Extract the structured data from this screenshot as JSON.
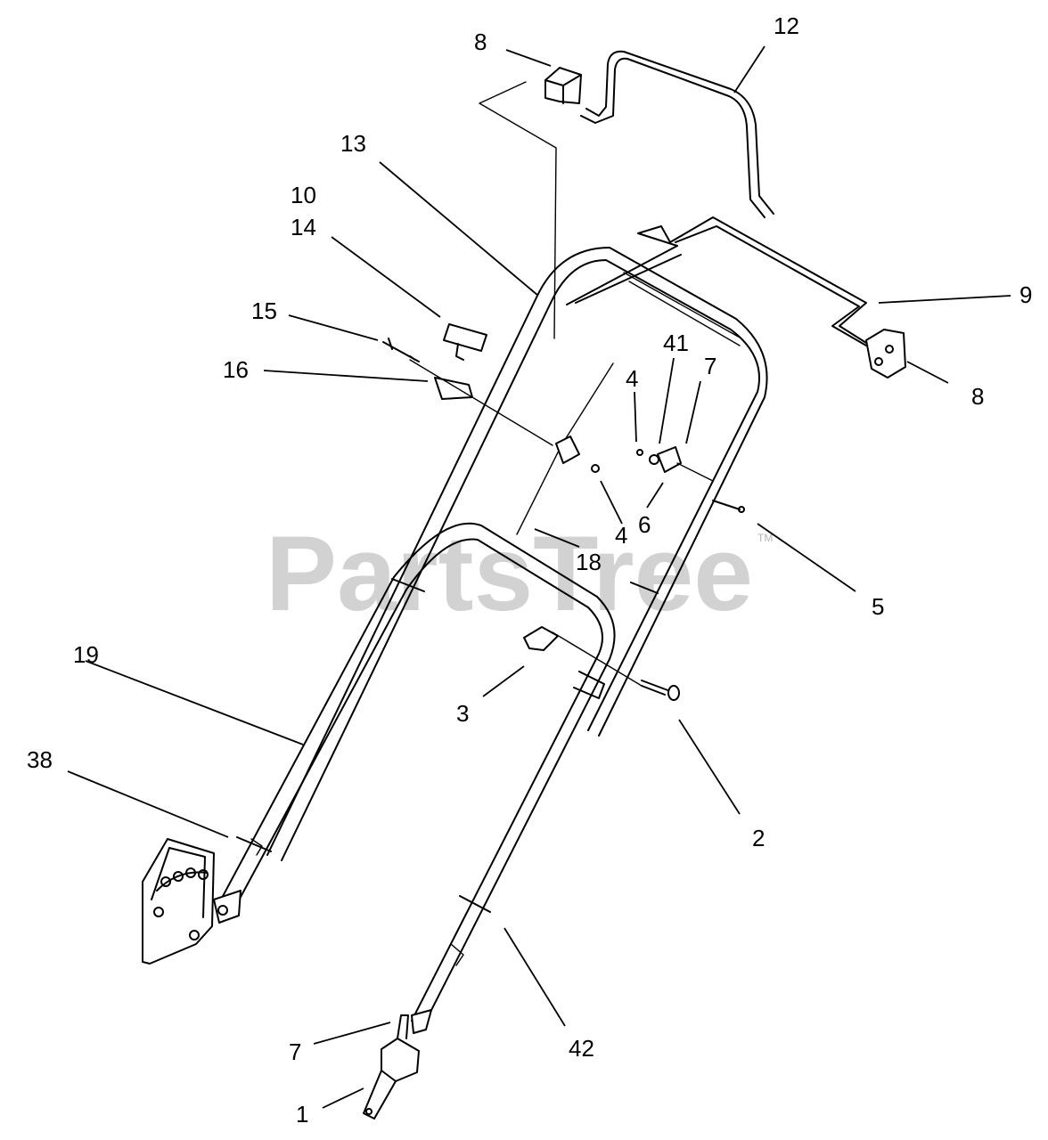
{
  "watermark": {
    "text": "PartsTree",
    "mark": "TM"
  },
  "callouts": [
    {
      "id": "c8a",
      "label": "8"
    },
    {
      "id": "c12",
      "label": "12"
    },
    {
      "id": "c13",
      "label": "13"
    },
    {
      "id": "c10",
      "label": "10"
    },
    {
      "id": "c14",
      "label": "14"
    },
    {
      "id": "c15",
      "label": "15"
    },
    {
      "id": "c16",
      "label": "16"
    },
    {
      "id": "c9",
      "label": "9"
    },
    {
      "id": "c8b",
      "label": "8"
    },
    {
      "id": "c41",
      "label": "41"
    },
    {
      "id": "c4a",
      "label": "4"
    },
    {
      "id": "c7a",
      "label": "7"
    },
    {
      "id": "c6",
      "label": "6"
    },
    {
      "id": "c4b",
      "label": "4"
    },
    {
      "id": "c18",
      "label": "18"
    },
    {
      "id": "c5",
      "label": "5"
    },
    {
      "id": "c19",
      "label": "19"
    },
    {
      "id": "c3",
      "label": "3"
    },
    {
      "id": "c2",
      "label": "2"
    },
    {
      "id": "c38",
      "label": "38"
    },
    {
      "id": "c42",
      "label": "42"
    },
    {
      "id": "c7b",
      "label": "7"
    },
    {
      "id": "c1",
      "label": "1"
    }
  ]
}
